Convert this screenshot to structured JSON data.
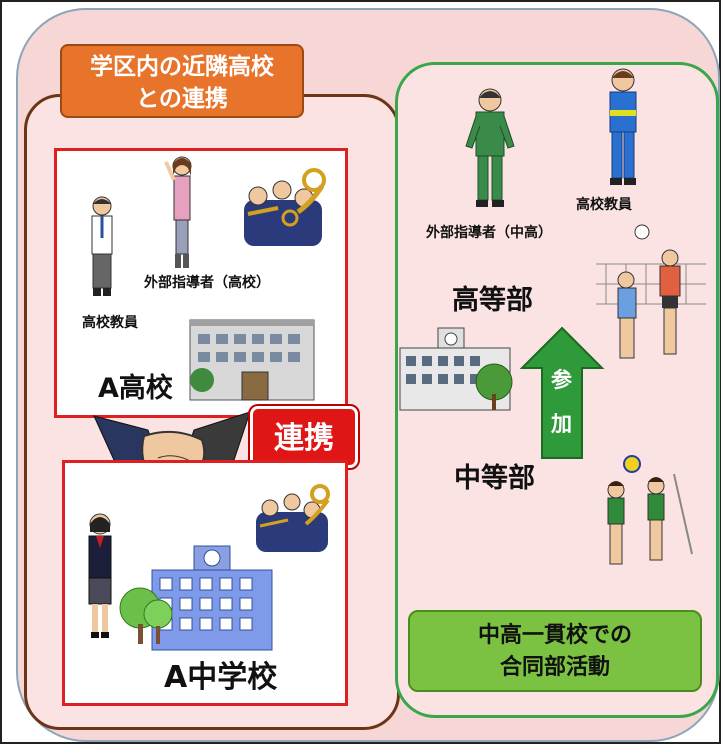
{
  "title": {
    "line1": "学区内の近隣高校",
    "line2": "との連携"
  },
  "high_school_box": {
    "teacher_label": "高校教員",
    "external_coach_label": "外部指導者（高校）",
    "name": "A高校"
  },
  "middle_school_box": {
    "name": "A中学校"
  },
  "partnership_label": "連携",
  "right_group": {
    "external_coach_label": "外部指導者（中高）",
    "teacher_label": "高校教員",
    "high_division_label": "高等部",
    "middle_division_label": "中等部",
    "participation_arrow": {
      "line1": "参",
      "line2": "加"
    },
    "bottom_label": {
      "line1": "中高一貫校での",
      "line2": "合同部活動"
    }
  },
  "colors": {
    "background": "#f7d6d6",
    "title_orange": "#e8732b",
    "left_group_brown": "#6b3516",
    "right_group_green": "#3aa64a",
    "partner_red": "#e01515",
    "bottom_green": "#7cc242",
    "arrow_green": "#2e9a3a"
  },
  "icons": [
    "teacher-figure-icon",
    "female-coach-icon",
    "brass-band-icon",
    "high-school-building-icon",
    "handshake-icon",
    "student-figure-icon",
    "middle-school-building-icon",
    "tree-icon",
    "coach-tracksuit-icon",
    "teacher-whistle-icon",
    "volleyball-players-icon",
    "school-building-icon"
  ]
}
